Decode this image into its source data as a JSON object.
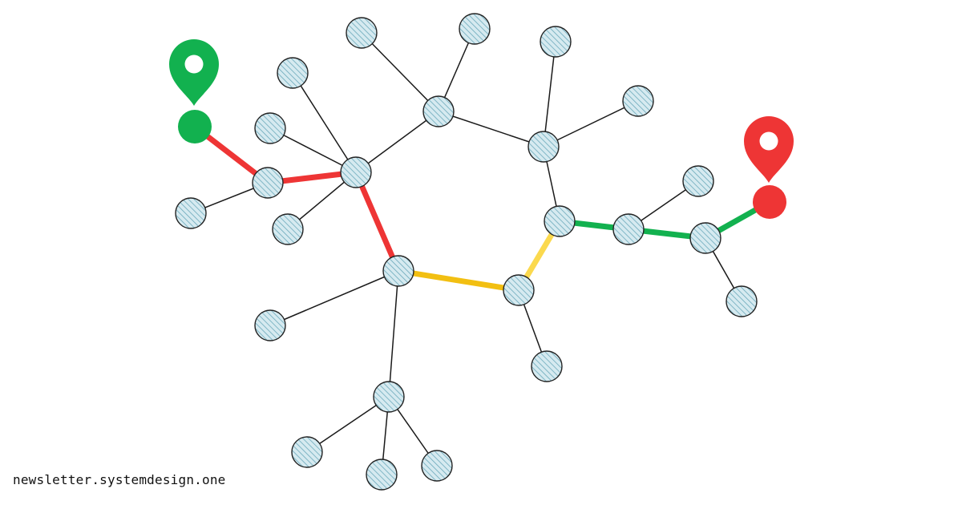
{
  "footer": {
    "source_text": "newsletter.systemdesign.one"
  },
  "route": {
    "start_marker_icon": "map-pin-icon",
    "end_marker_icon": "map-pin-icon",
    "segments": [
      {
        "from": "start",
        "to": "n_c2",
        "traffic": "heavy"
      },
      {
        "from": "n_c2",
        "to": "n_c1",
        "traffic": "heavy"
      },
      {
        "from": "n_c1",
        "to": "n_h2",
        "traffic": "heavy"
      },
      {
        "from": "n_h2",
        "to": "n_y1",
        "traffic": "moderate"
      },
      {
        "from": "n_y1",
        "to": "n_h3",
        "traffic": "moderate"
      },
      {
        "from": "n_h3",
        "to": "n_g1",
        "traffic": "light"
      },
      {
        "from": "n_g1",
        "to": "n_g2",
        "traffic": "light"
      },
      {
        "from": "n_g2",
        "to": "end",
        "traffic": "light"
      }
    ]
  },
  "colors": {
    "node_fill": "#d6eaf0",
    "node_hatch": "#6ba9bb",
    "node_stroke": "#222222",
    "edge": "#1a1a1a",
    "start": "#12b14f",
    "end": "#ee3535",
    "heavy_traffic": "#ee3535",
    "moderate_traffic_dark": "#f2bf12",
    "moderate_traffic_light": "#fbd94e",
    "light_traffic": "#12b14f"
  }
}
